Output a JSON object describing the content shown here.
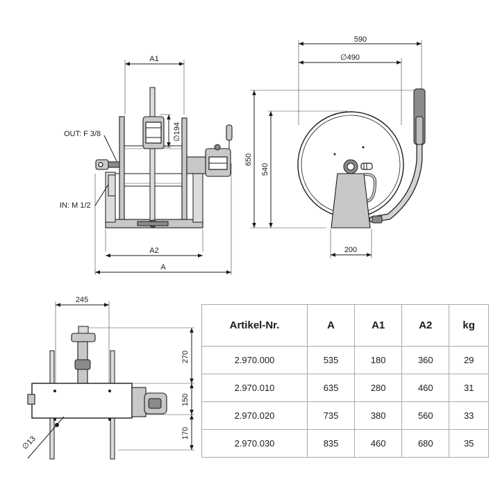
{
  "drawing": {
    "side_view": {
      "dim_a1": "A1",
      "dim_a2": "A2",
      "dim_a": "A",
      "dim_diameter_hub": "194",
      "label_out": "OUT: F 3/8",
      "label_in": "IN: M 1/2"
    },
    "front_view": {
      "dim_width": "590",
      "dim_diameter_drum": "490",
      "dim_height_total": "650",
      "dim_height_drum": "540",
      "dim_base": "200"
    },
    "top_view": {
      "dim_width": "245",
      "dim_upper": "270",
      "dim_middle": "150",
      "dim_lower": "170",
      "dim_hole": "13"
    },
    "diameter_symbol": "∅"
  },
  "spec_table": {
    "headers": [
      "Artikel-Nr.",
      "A",
      "A1",
      "A2",
      "kg"
    ],
    "rows": [
      [
        "2.970.000",
        "535",
        "180",
        "360",
        "29"
      ],
      [
        "2.970.010",
        "635",
        "280",
        "460",
        "31"
      ],
      [
        "2.970.020",
        "735",
        "380",
        "560",
        "33"
      ],
      [
        "2.970.030",
        "835",
        "460",
        "680",
        "35"
      ]
    ]
  }
}
